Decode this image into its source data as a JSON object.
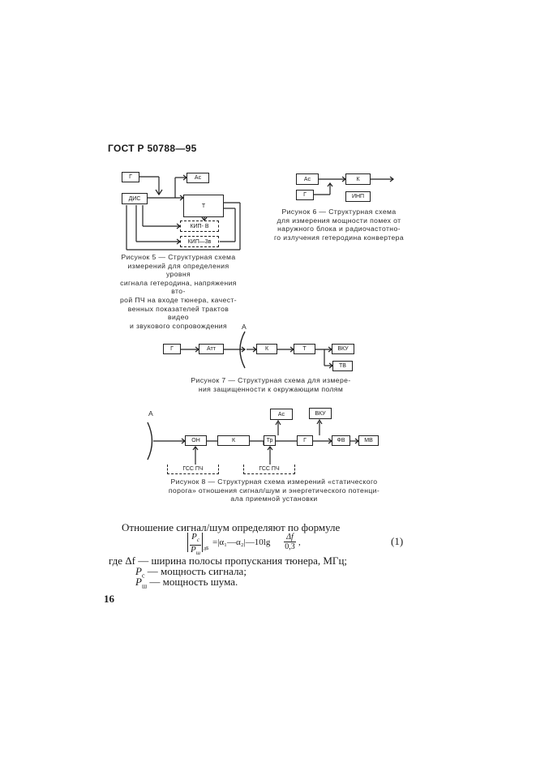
{
  "header": {
    "title": "ГОСТ Р 50788—95"
  },
  "fig5": {
    "blocks": {
      "g": "Г",
      "ac": "Ac",
      "dis": "ДИС",
      "t": "Т",
      "kip_v": "КИП- В",
      "kip_3v": "КИП—3в"
    },
    "caption": [
      "Рисунок 5 — Структурная схема",
      "измерений для определения уровня",
      "сигнала гетеродина, напряжения вто-",
      "рой ПЧ на входе тюнера, качест-",
      "венных показателей трактов видео",
      "и звукового сопровождения"
    ]
  },
  "fig6": {
    "blocks": {
      "ac": "Ac",
      "k": "К",
      "g": "Г",
      "inp": "ИНП"
    },
    "caption": [
      "Рисунок 6 — Структурная схема",
      "для измерения мощности помех от",
      "наружного блока и радиочастотно-",
      "го излучения гетеродина конвертера"
    ]
  },
  "fig7": {
    "antenna": "A",
    "blocks": {
      "g": "Г",
      "att": "Атт",
      "k": "К",
      "t": "Т",
      "vku": "ВКУ",
      "tv": "ТВ"
    },
    "caption": [
      "Рисунок 7 — Структурная схема для измере-",
      "ния защищенности к окружающим полям"
    ]
  },
  "fig8": {
    "antenna": "A",
    "blocks": {
      "on": "ОН",
      "k": "К",
      "tr": "Тр",
      "g": "Г",
      "ac": "Ac",
      "vku": "ВКУ",
      "fv": "ФВ",
      "mv": "МВ",
      "gss_pch1": "ГСС ПЧ",
      "gss_pch2": "ГСС ПЧ"
    },
    "caption": [
      "Рисунок 8 — Структурная схема измерений «статического",
      "порога» отношения сигнал/шум и энергетического потенци-",
      "ала приемной установки"
    ]
  },
  "text": {
    "intro": "Отношение сигнал/шум определяют по формуле",
    "formula_rhs": "=|α₁—α₂|—10lg",
    "frac_num": "Δf",
    "frac_den": "0,3",
    "frac_left_num": "P",
    "frac_left_num_sub": "c",
    "frac_left_den": "P",
    "frac_left_den_sub": "ш",
    "db_sub": "дБ",
    "formula_tail": ",",
    "eq_num": "(1)",
    "where_1": "где Δf — ширина полосы пропускания тюнера, МГц;",
    "where_2_sym": "P",
    "where_2_sub": "c",
    "where_2": " — мощность сигнала;",
    "where_3_sym": "P",
    "where_3_sub": "ш",
    "where_3": " — мощность шума."
  },
  "page_number": "16"
}
